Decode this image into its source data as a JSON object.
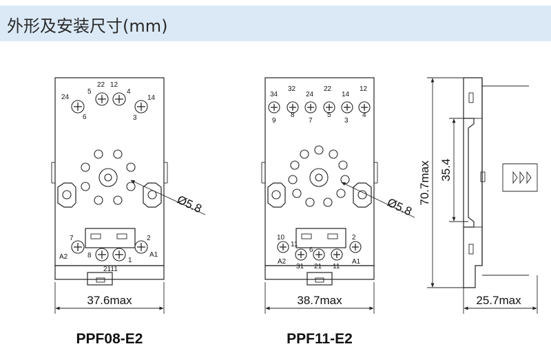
{
  "header": {
    "title": "外形及安装尺寸(mm)",
    "background": "#dbe9f6"
  },
  "left": {
    "model": "PPF08-E2",
    "width_label": "37.6max",
    "diameter_label": "Ø5.8",
    "pins": {
      "p24": "24",
      "p5": "5",
      "p22": "22",
      "p12": "12",
      "p4": "4",
      "p14": "14",
      "p6": "6",
      "p3": "3",
      "p7": "7",
      "p2": "2",
      "pA2": "A2",
      "pA1": "A1",
      "p8": "8",
      "p1": "1",
      "p2111": "2111"
    }
  },
  "middle": {
    "model": "PPF11-E2",
    "width_label": "38.7max",
    "diameter_label": "Ø5.8",
    "pins": {
      "p34": "34",
      "p32": "32",
      "p24": "24",
      "p22": "22",
      "p14": "14",
      "p12": "12",
      "p9": "9",
      "p8": "8",
      "p7": "7",
      "p5": "5",
      "p3": "3",
      "p4": "4",
      "p10": "10",
      "p11": "11",
      "p6": "6",
      "p2": "2",
      "pA2": "A2",
      "pA1": "A1",
      "p31": "31",
      "p21": "21",
      "p11b": "11"
    }
  },
  "side": {
    "height_label": "70.7max",
    "rail_label": "35.4",
    "depth_label": "25.7max"
  }
}
